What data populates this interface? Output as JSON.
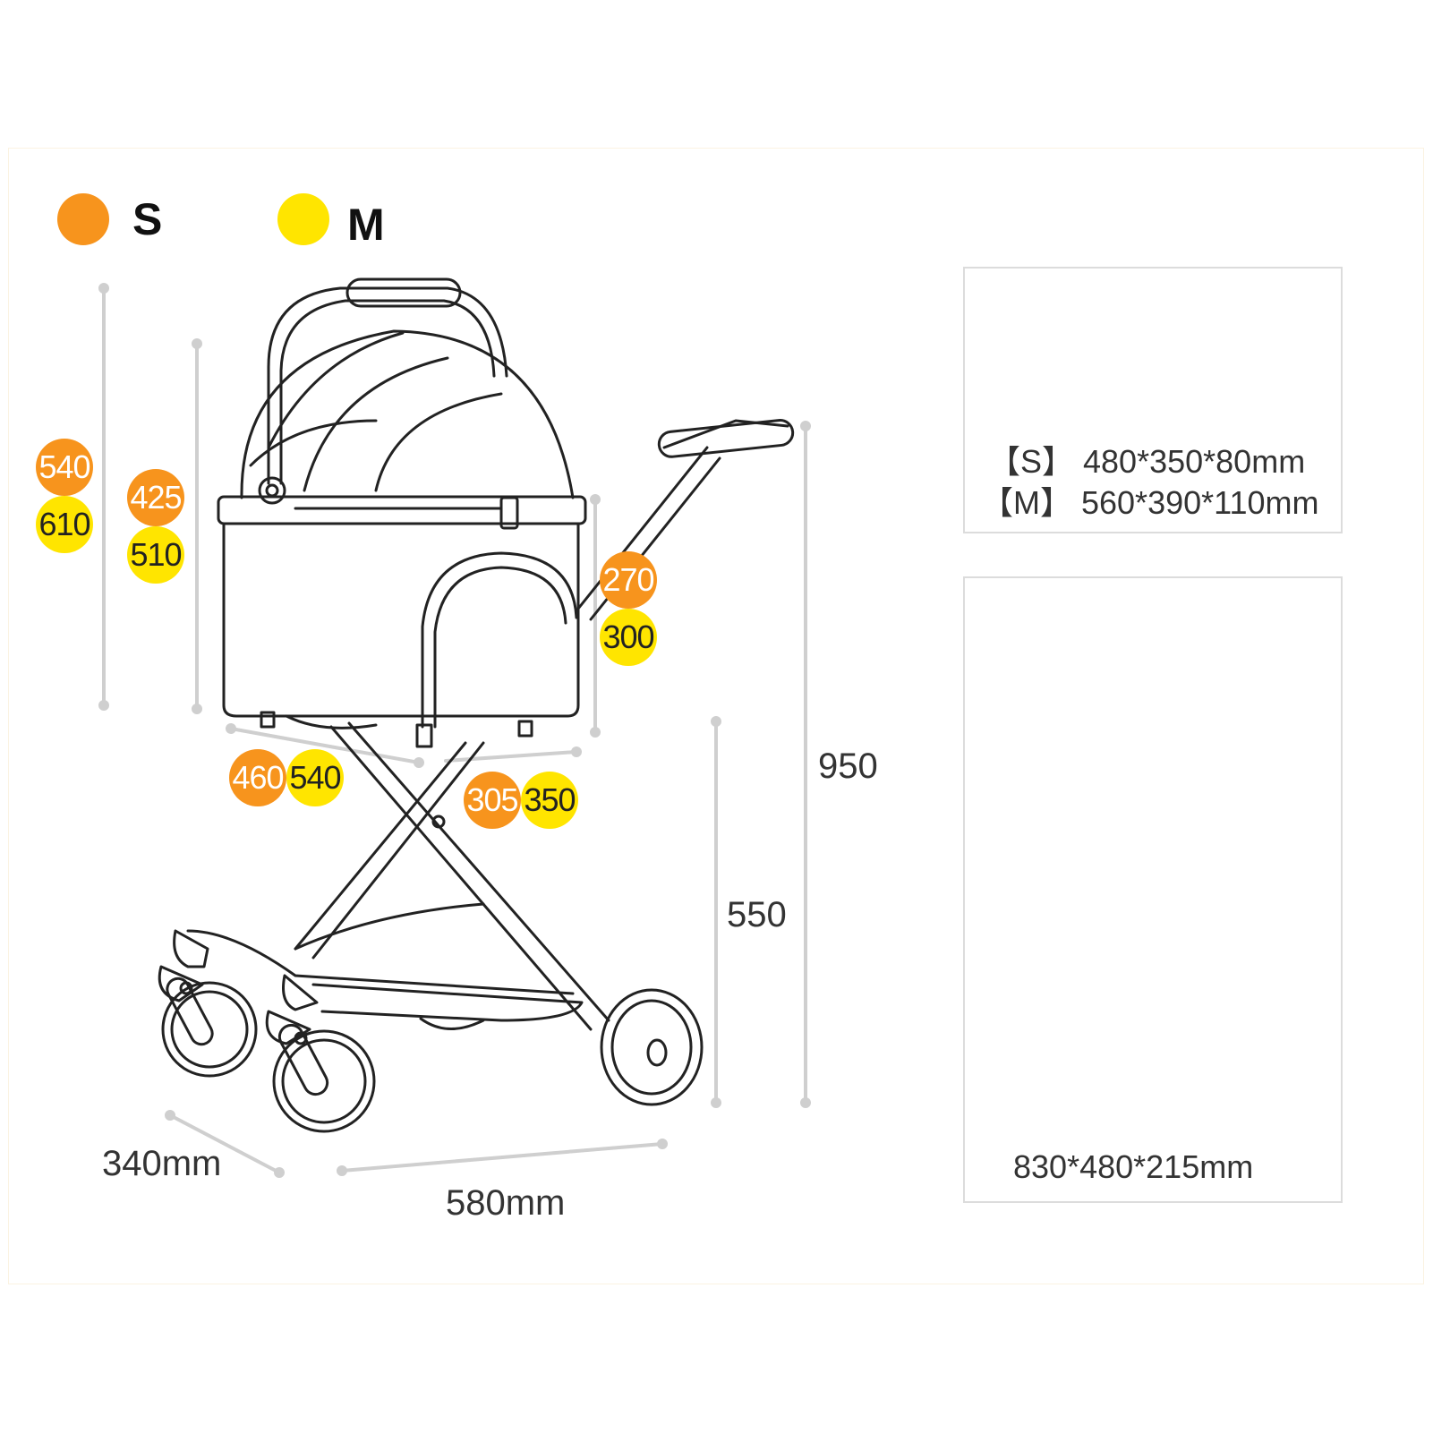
{
  "legend": [
    {
      "label": "S",
      "color": "#f7941d"
    },
    {
      "label": "M",
      "color": "#ffe500"
    }
  ],
  "dimensions": {
    "total_height_s": "540",
    "total_height_m": "610",
    "box_height_s": "425",
    "box_height_m": "510",
    "front_height_s": "270",
    "front_height_m": "300",
    "length_s": "460",
    "length_m": "540",
    "width_s": "305",
    "width_m": "350",
    "overall_height": "950",
    "seat_height": "550",
    "wheel_width": "340mm",
    "wheel_length": "580mm"
  },
  "folded_carrier": {
    "size_s": "【S】 480*350*80mm",
    "size_m": "【M】 560*390*110mm"
  },
  "folded_frame": {
    "size": "830*480*215mm"
  },
  "colors": {
    "size_s": "#f7941d",
    "size_m": "#ffe500",
    "line": "#222222",
    "dim_line": "#cfcfcf"
  }
}
